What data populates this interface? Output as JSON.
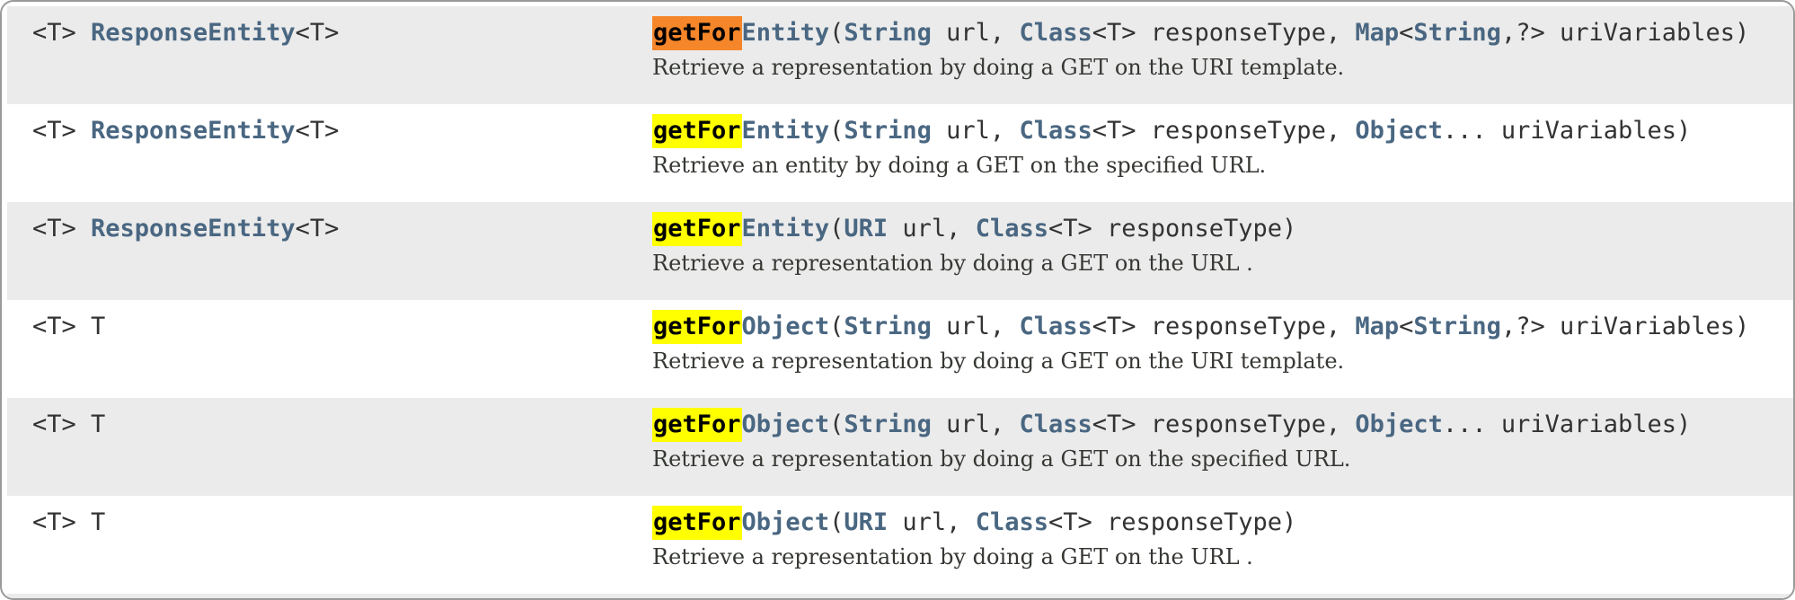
{
  "colors": {
    "row_alt_bg": "#ebebeb",
    "row_bg": "#ffffff",
    "link": "#4a6782",
    "code_text": "#333333",
    "desc_text": "#353833",
    "highlight_current": "#f6862a",
    "highlight_match": "#ffff00"
  },
  "search": {
    "query": "getFor",
    "current_match_row": 0
  },
  "rows": [
    {
      "bg": "alt",
      "highlight_style": "current",
      "return_segments": [
        {
          "t": "plain",
          "text": "<T> "
        },
        {
          "t": "link",
          "text": "ResponseEntity"
        },
        {
          "t": "plain",
          "text": "<T>"
        }
      ],
      "signature_segments": [
        {
          "t": "hl",
          "text": "getFor"
        },
        {
          "t": "link",
          "text": "Entity"
        },
        {
          "t": "plain",
          "text": "("
        },
        {
          "t": "link",
          "text": "String"
        },
        {
          "t": "plain",
          "text": " url, "
        },
        {
          "t": "link",
          "text": "Class"
        },
        {
          "t": "plain",
          "text": "<T> responseType, "
        },
        {
          "t": "link",
          "text": "Map"
        },
        {
          "t": "plain",
          "text": "<"
        },
        {
          "t": "link",
          "text": "String"
        },
        {
          "t": "plain",
          "text": ",?> uriVariables)"
        }
      ],
      "description": "Retrieve a representation by doing a GET on the URI template."
    },
    {
      "bg": "norm",
      "highlight_style": "match",
      "return_segments": [
        {
          "t": "plain",
          "text": "<T> "
        },
        {
          "t": "link",
          "text": "ResponseEntity"
        },
        {
          "t": "plain",
          "text": "<T>"
        }
      ],
      "signature_segments": [
        {
          "t": "hl",
          "text": "getFor"
        },
        {
          "t": "link",
          "text": "Entity"
        },
        {
          "t": "plain",
          "text": "("
        },
        {
          "t": "link",
          "text": "String"
        },
        {
          "t": "plain",
          "text": " url, "
        },
        {
          "t": "link",
          "text": "Class"
        },
        {
          "t": "plain",
          "text": "<T> responseType, "
        },
        {
          "t": "link",
          "text": "Object"
        },
        {
          "t": "plain",
          "text": "... uriVariables)"
        }
      ],
      "description": "Retrieve an entity by doing a GET on the specified URL."
    },
    {
      "bg": "alt",
      "highlight_style": "match",
      "return_segments": [
        {
          "t": "plain",
          "text": "<T> "
        },
        {
          "t": "link",
          "text": "ResponseEntity"
        },
        {
          "t": "plain",
          "text": "<T>"
        }
      ],
      "signature_segments": [
        {
          "t": "hl",
          "text": "getFor"
        },
        {
          "t": "link",
          "text": "Entity"
        },
        {
          "t": "plain",
          "text": "("
        },
        {
          "t": "link",
          "text": "URI"
        },
        {
          "t": "plain",
          "text": " url, "
        },
        {
          "t": "link",
          "text": "Class"
        },
        {
          "t": "plain",
          "text": "<T> responseType)"
        }
      ],
      "description": "Retrieve a representation by doing a GET on the URL ."
    },
    {
      "bg": "norm",
      "highlight_style": "match",
      "return_segments": [
        {
          "t": "plain",
          "text": "<T> T"
        }
      ],
      "signature_segments": [
        {
          "t": "hl",
          "text": "getFor"
        },
        {
          "t": "link",
          "text": "Object"
        },
        {
          "t": "plain",
          "text": "("
        },
        {
          "t": "link",
          "text": "String"
        },
        {
          "t": "plain",
          "text": " url, "
        },
        {
          "t": "link",
          "text": "Class"
        },
        {
          "t": "plain",
          "text": "<T> responseType, "
        },
        {
          "t": "link",
          "text": "Map"
        },
        {
          "t": "plain",
          "text": "<"
        },
        {
          "t": "link",
          "text": "String"
        },
        {
          "t": "plain",
          "text": ",?> uriVariables)"
        }
      ],
      "description": "Retrieve a representation by doing a GET on the URI template."
    },
    {
      "bg": "alt",
      "highlight_style": "match",
      "return_segments": [
        {
          "t": "plain",
          "text": "<T> T"
        }
      ],
      "signature_segments": [
        {
          "t": "hl",
          "text": "getFor"
        },
        {
          "t": "link",
          "text": "Object"
        },
        {
          "t": "plain",
          "text": "("
        },
        {
          "t": "link",
          "text": "String"
        },
        {
          "t": "plain",
          "text": " url, "
        },
        {
          "t": "link",
          "text": "Class"
        },
        {
          "t": "plain",
          "text": "<T> responseType, "
        },
        {
          "t": "link",
          "text": "Object"
        },
        {
          "t": "plain",
          "text": "... uriVariables)"
        }
      ],
      "description": "Retrieve a representation by doing a GET on the specified URL."
    },
    {
      "bg": "norm",
      "highlight_style": "match",
      "return_segments": [
        {
          "t": "plain",
          "text": "<T> T"
        }
      ],
      "signature_segments": [
        {
          "t": "hl",
          "text": "getFor"
        },
        {
          "t": "link",
          "text": "Object"
        },
        {
          "t": "plain",
          "text": "("
        },
        {
          "t": "link",
          "text": "URI"
        },
        {
          "t": "plain",
          "text": " url, "
        },
        {
          "t": "link",
          "text": "Class"
        },
        {
          "t": "plain",
          "text": "<T> responseType)"
        }
      ],
      "description": "Retrieve a representation by doing a GET on the URL ."
    }
  ]
}
